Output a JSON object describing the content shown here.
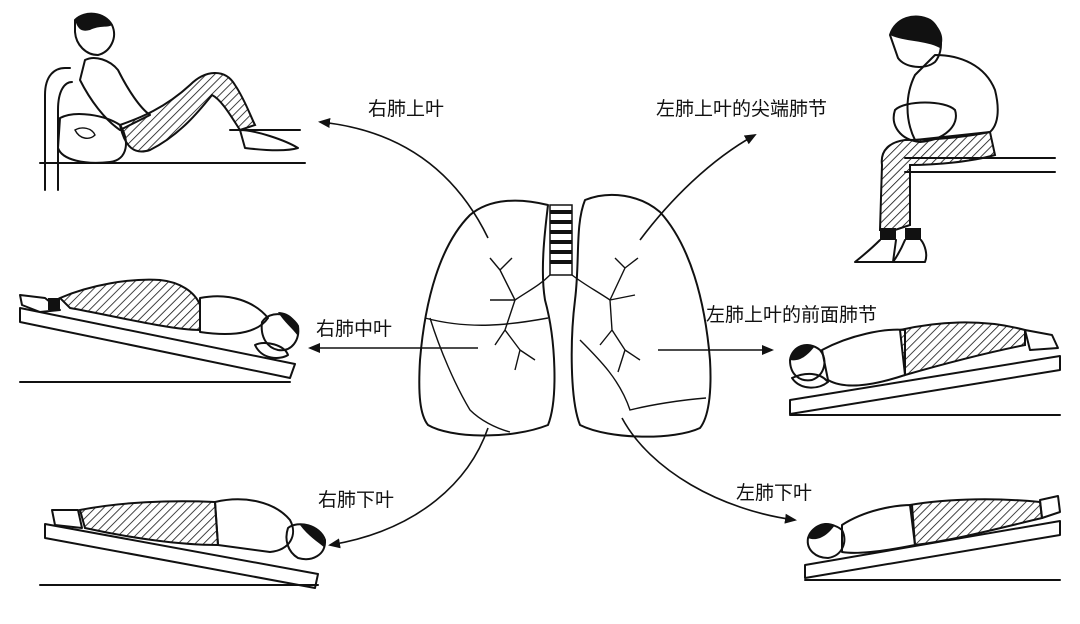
{
  "labels": {
    "right_upper_lobe": "右肺上叶",
    "left_upper_lobe_apical": "左肺上叶的尖端肺节",
    "right_middle_lobe": "右肺中叶",
    "left_upper_lobe_anterior": "左肺上叶的前面肺节",
    "right_lower_lobe": "右肺下叶",
    "left_lower_lobe": "左肺下叶"
  },
  "colors": {
    "ink": "#111111",
    "background": "#ffffff"
  }
}
